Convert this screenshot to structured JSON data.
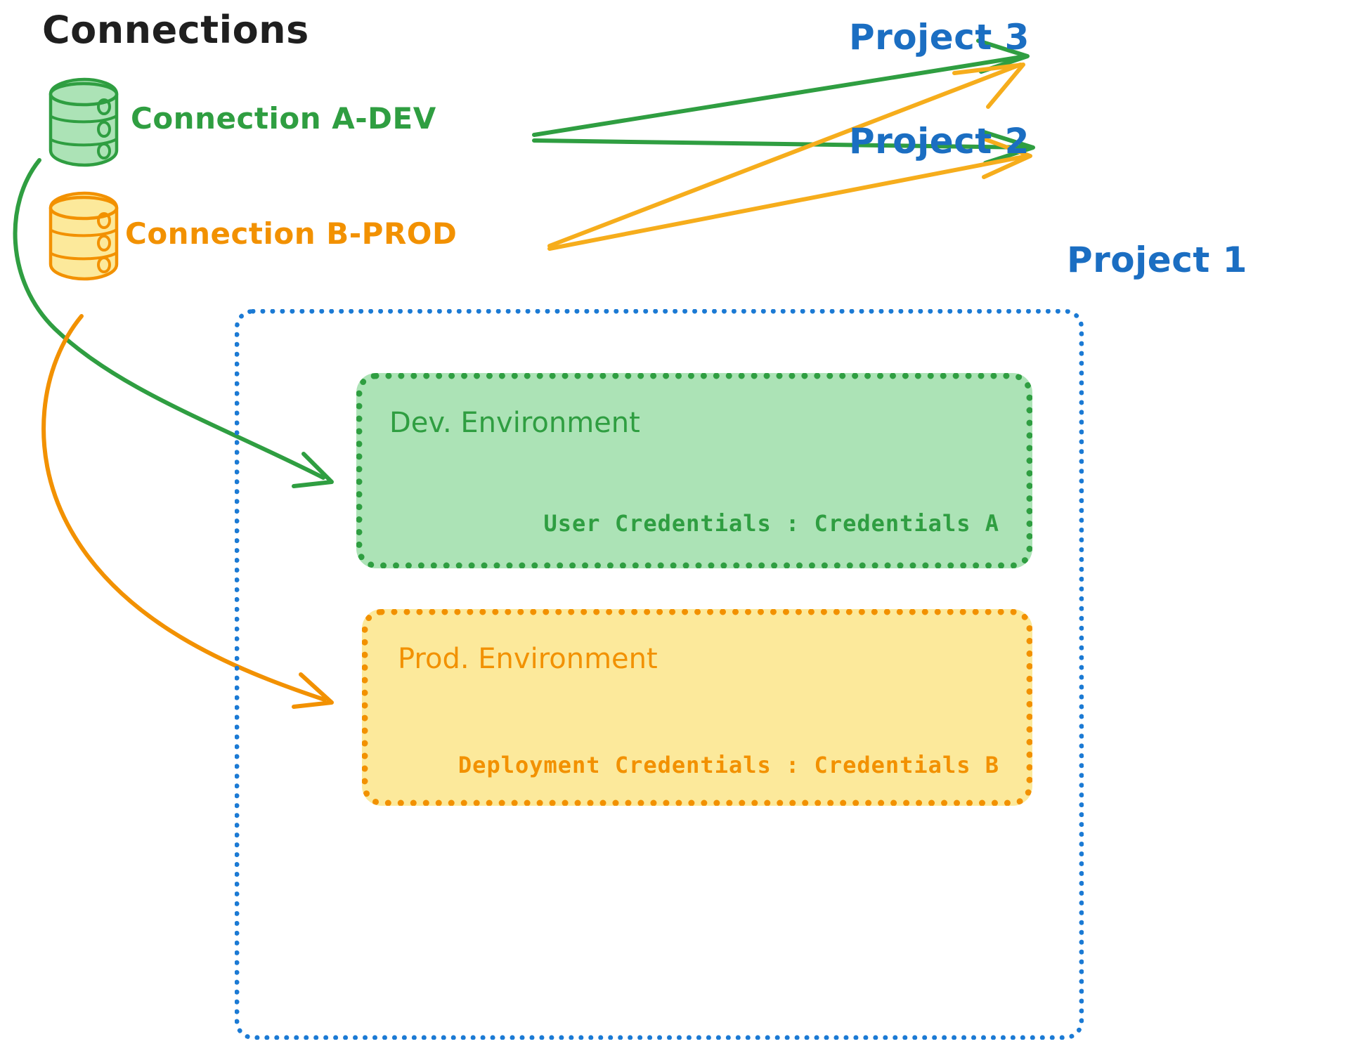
{
  "title": "Connections",
  "colors": {
    "green_stroke": "#2f9e41",
    "green_fill": "#ace3b6",
    "orange_stroke": "#f29100",
    "orange_fill": "#fce99b",
    "blue": "#1b6ec2",
    "blue_dotted": "#1b7ad4",
    "title_text": "#1f1f1f"
  },
  "connections": [
    {
      "id": "a-dev",
      "label": "Connection A-DEV",
      "color": "#2f9e41",
      "icon": "database-cylinder-icon"
    },
    {
      "id": "b-prod",
      "label": "Connection B-PROD",
      "color": "#f29100",
      "icon": "database-cylinder-icon"
    }
  ],
  "projects": [
    {
      "id": "project-3",
      "label": "Project 3"
    },
    {
      "id": "project-2",
      "label": "Project 2"
    },
    {
      "id": "project-1",
      "label": "Project 1"
    }
  ],
  "project1": {
    "environments": [
      {
        "id": "dev",
        "title": "Dev. Environment",
        "credentials_label": "User Credentials",
        "credentials_separator": ":",
        "credentials_value": "Credentials A",
        "credentials_line": "User Credentials : Credentials A",
        "color": "#2f9e41",
        "fill": "#ace3b6"
      },
      {
        "id": "prod",
        "title": "Prod. Environment",
        "credentials_label": "Deployment Credentials",
        "credentials_separator": ":",
        "credentials_value": "Credentials B",
        "credentials_line": "Deployment Credentials : Credentials B",
        "color": "#f29100",
        "fill": "#fce99b"
      }
    ]
  },
  "edges": [
    {
      "from": "a-dev",
      "to": "project-3",
      "color": "#2f9e41"
    },
    {
      "from": "a-dev",
      "to": "project-2",
      "color": "#2f9e41"
    },
    {
      "from": "a-dev",
      "to": "dev",
      "color": "#2f9e41"
    },
    {
      "from": "b-prod",
      "to": "project-3",
      "color": "#f6ad1c"
    },
    {
      "from": "b-prod",
      "to": "project-2",
      "color": "#f6ad1c"
    },
    {
      "from": "b-prod",
      "to": "prod",
      "color": "#f29100"
    }
  ]
}
